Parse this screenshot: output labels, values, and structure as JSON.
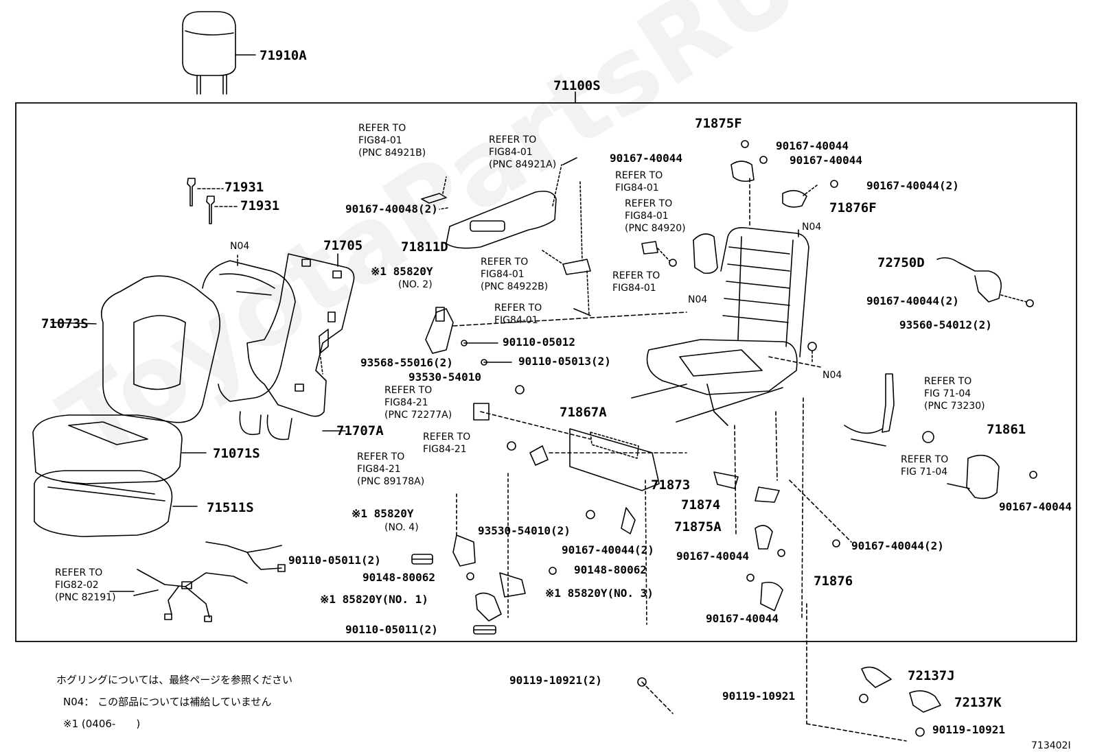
{
  "watermark": "ToyotaPartsRU",
  "top_callouts": {
    "headrest": "71910A",
    "assembly": "71100S"
  },
  "backrest_parts": {
    "pin_upper": "71931",
    "pin_lower": "71931",
    "n04_top": "N04",
    "frame_pad": "71705",
    "cover": "71073S",
    "bolt": "93568-55016(2)",
    "spring": "71707A"
  },
  "cushion_parts": {
    "cover": "71071S",
    "pad": "71511S"
  },
  "wiring": {
    "ref": "REFER TO\nFIG82-02\n(PNC 82191)"
  },
  "side_shield": {
    "ref_b": "REFER TO\nFIG84-01\n(PNC 84921B)",
    "ref_a": "REFER TO\nFIG84-01\n(PNC 84921A)",
    "screw_2": "90167-40048(2)",
    "shield": "71811D",
    "screw_top": "90167-40044",
    "ref_plain": "REFER TO\nFIG84-01",
    "ref_84920": "REFER TO\nFIG84-01\n(PNC 84920)",
    "ref_84922b": "REFER TO\nFIG84-01\n(PNC 84922B)",
    "ref_small": "REFER TO\nFIG84-01",
    "ref_small2": "REFER TO\nFIG84-01",
    "n04_mid": "N04"
  },
  "motors": {
    "m2": "※1 85820Y",
    "m2_no": "(NO. 2)",
    "b1": "90110-05012",
    "b2": "90110-05013(2)",
    "nut": "93530-54010",
    "ref_72277": "REFER TO\nFIG84-21\n(PNC 72277A)",
    "ref_84_21": "REFER TO\nFIG84-21",
    "ref_89178": "REFER TO\nFIG84-21\n(PNC 89178A)",
    "m4": "※1 85820Y",
    "m4_no": "(NO. 4)",
    "b3": "90110-05011(2)",
    "b4": "90148-80062",
    "m1": "※1 85820Y(NO. 1)",
    "b5": "90110-05011(2)",
    "nut2": "93530-54010(2)",
    "b6": "90148-80062",
    "m3": "※1 85820Y(NO. 3)"
  },
  "frame_parts": {
    "h71875f": "71875F",
    "s1": "90167-40044",
    "s2": "90167-40044",
    "s3": "90167-40044(2)",
    "h71876f": "71876F",
    "n04_frame": "N04",
    "n04_right": "N04",
    "trim": "71867A",
    "s4": "90167-40044(2)",
    "h71873": "71873",
    "h71874": "71874",
    "h71875a": "71875A",
    "s5": "90167-40044",
    "s6": "90167-40044(2)",
    "h71876": "71876",
    "s7": "90167-40044"
  },
  "right_parts": {
    "h72750d": "72750D",
    "s_a": "90167-40044(2)",
    "s_b": "93560-54012(2)",
    "ref_71_04_pnc": "REFER TO\nFIG 71-04\n(PNC 73230)",
    "ref_71_04": "REFER TO\nFIG 71-04",
    "h71861": "71861",
    "s_c": "90167-40044"
  },
  "bottom_parts": {
    "b1": "90119-10921(2)",
    "b2": "90119-10921",
    "b3": "90119-10921",
    "h72137j": "72137J",
    "h72137k": "72137K"
  },
  "notes": {
    "line1": "ホグリングについては、最終ページを参照ください",
    "line2": "N04： この部品については補給していません",
    "line3": "※1 (0406-　　)"
  },
  "figure_code": "713402I"
}
